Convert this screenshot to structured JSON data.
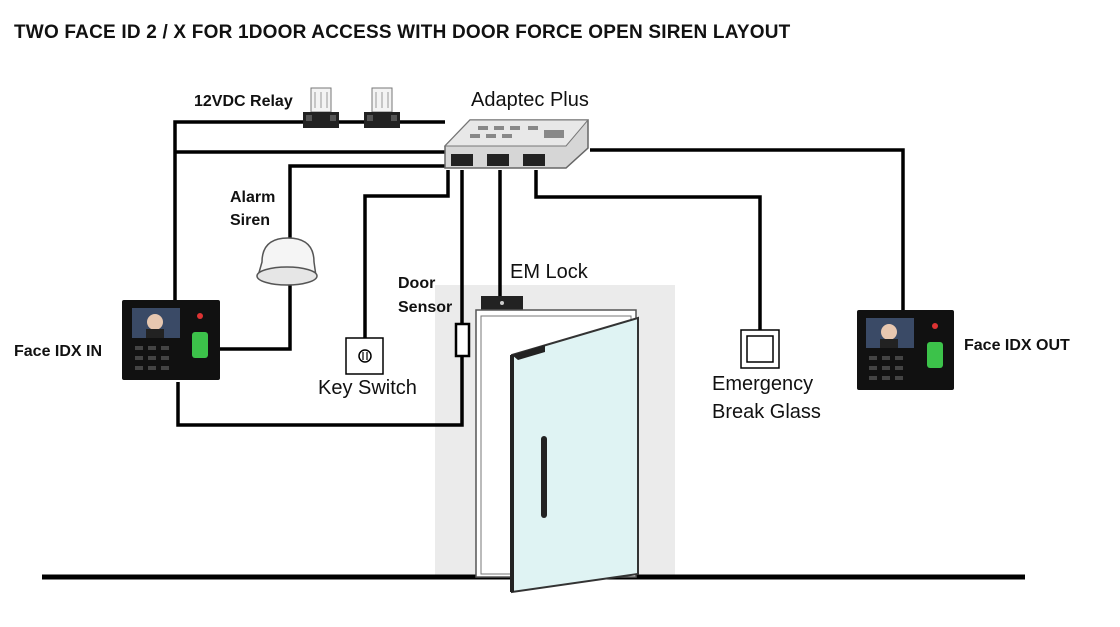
{
  "title": "TWO FACE ID 2 / X FOR 1DOOR ACCESS WITH DOOR FORCE OPEN SIREN LAYOUT",
  "labels": {
    "relay": "12VDC Relay",
    "controller": "Adaptec Plus",
    "alarm_line1": "Alarm",
    "alarm_line2": "Siren",
    "em_lock": "EM Lock",
    "door_sensor_line1": "Door",
    "door_sensor_line2": "Sensor",
    "key_switch": "Key Switch",
    "face_in": "Face IDX IN",
    "face_out": "Face IDX OUT",
    "break_glass_line1": "Emergency",
    "break_glass_line2": "Break Glass"
  },
  "colors": {
    "wire": "#000000",
    "door_glass": "#dff3f3",
    "door_frame_bg": "#ebebeb",
    "device_body": "#111111",
    "screen": "#3a4a66",
    "fingerprint": "#3cc24a",
    "controller": "#e2e2e2"
  },
  "icons": [
    "relay-icon",
    "controller-icon",
    "siren-icon",
    "em-lock-icon",
    "door-sensor-icon",
    "key-switch-icon",
    "face-reader-icon",
    "break-glass-icon",
    "door-icon"
  ]
}
